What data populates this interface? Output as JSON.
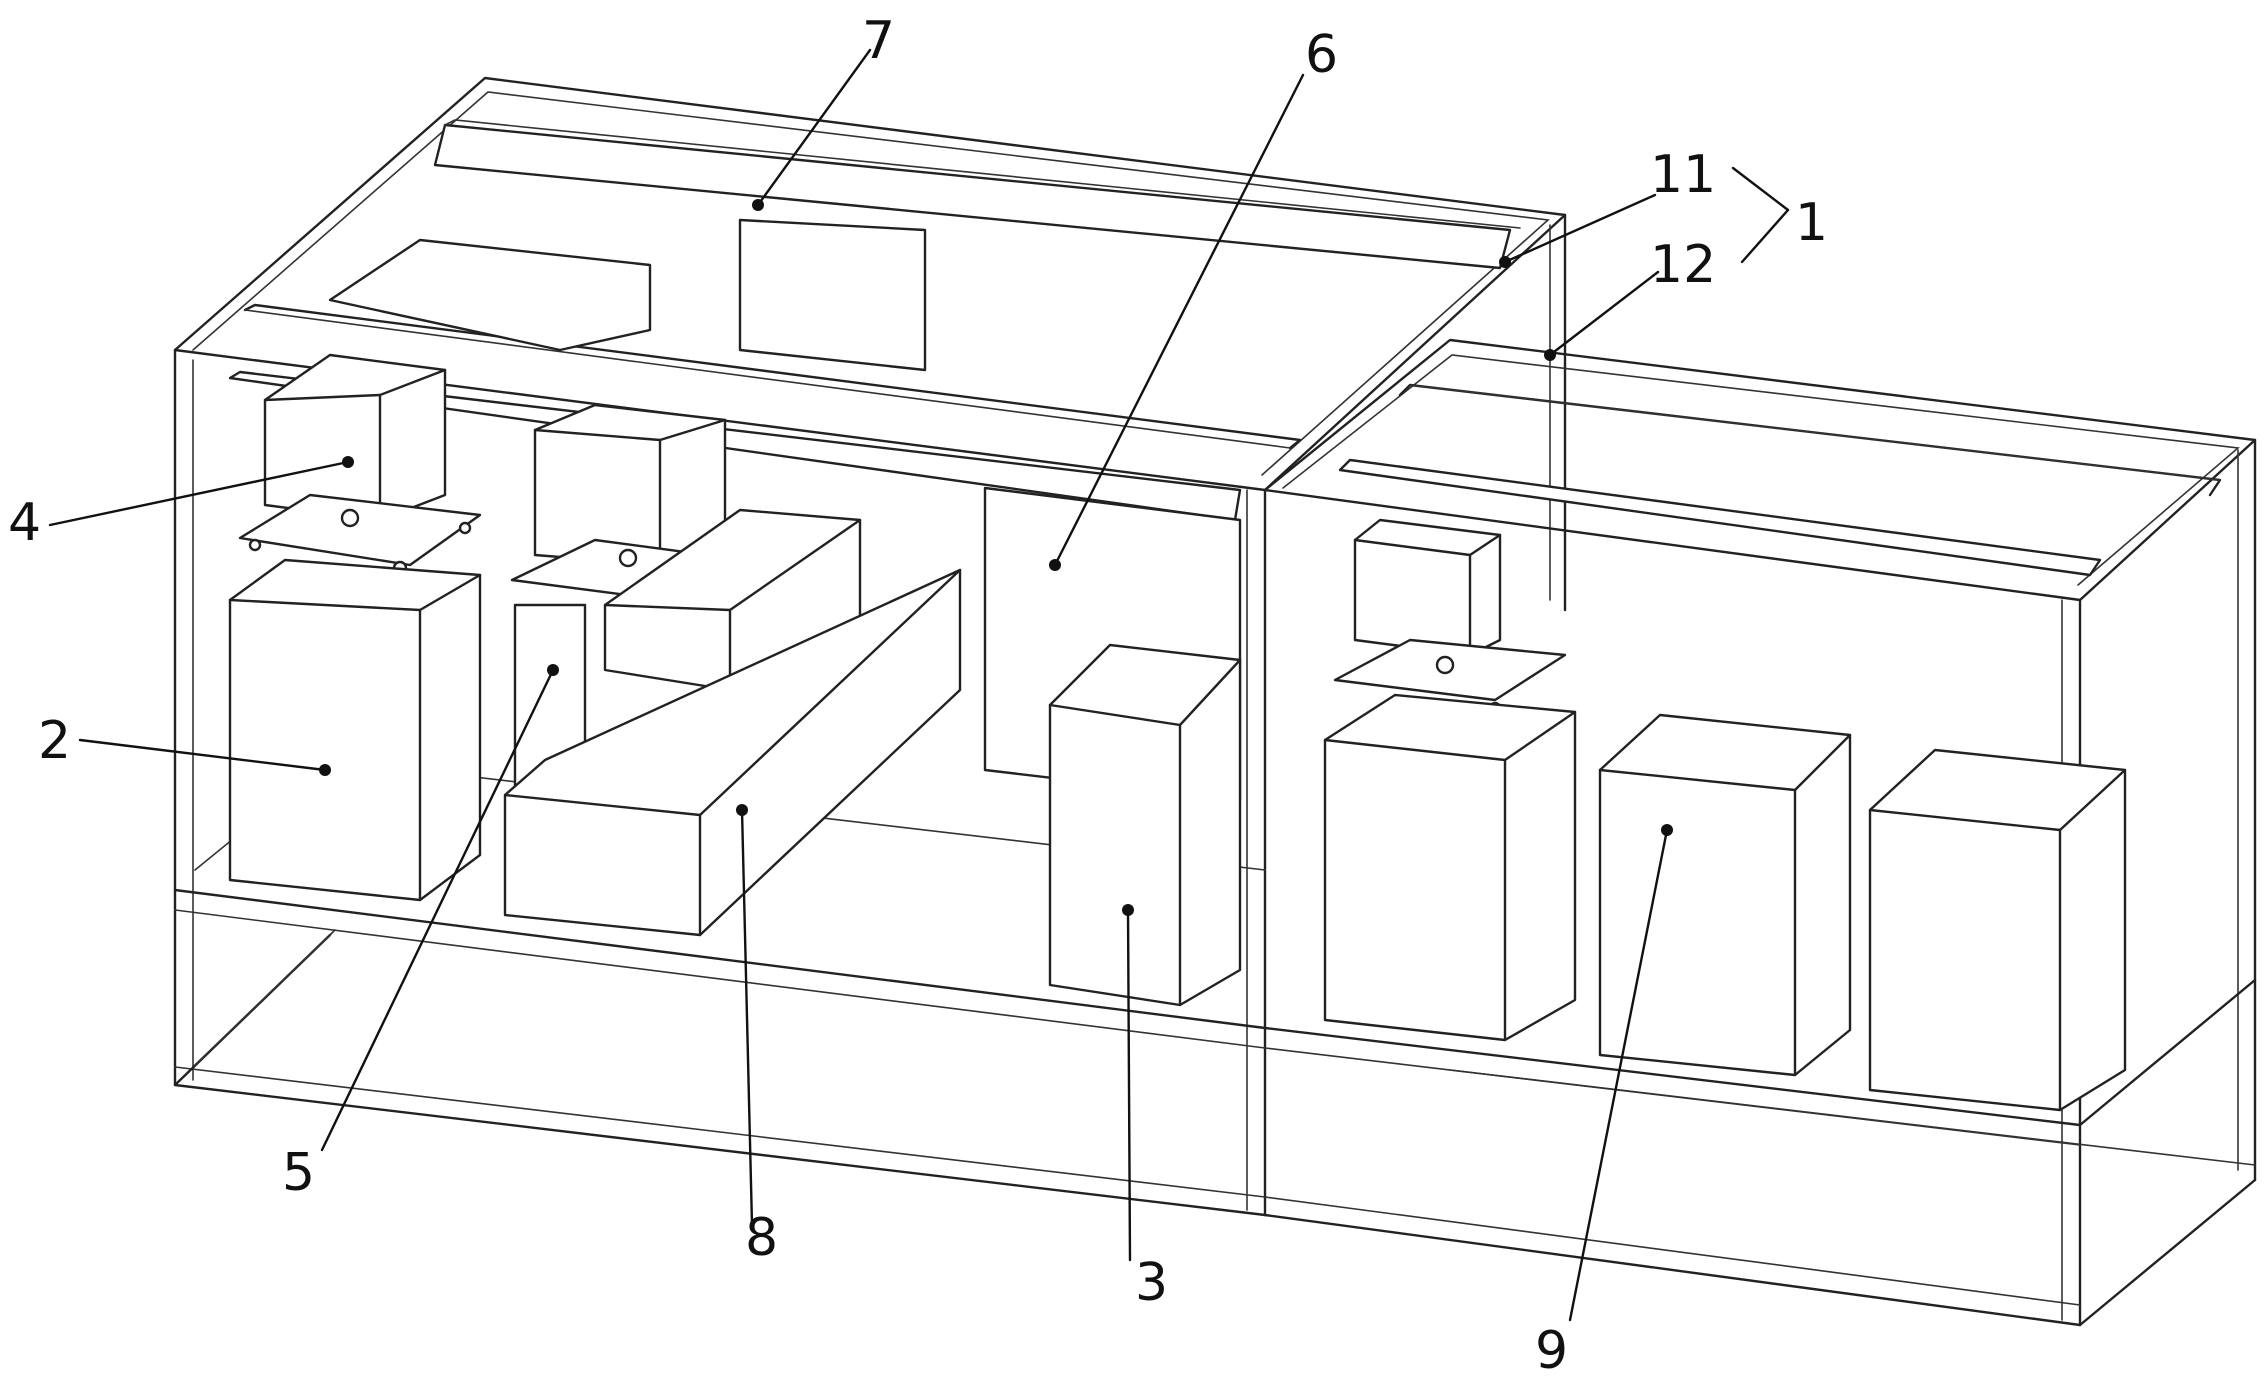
{
  "callouts": {
    "c1": "1",
    "c2": "2",
    "c3": "3",
    "c4": "4",
    "c5": "5",
    "c6": "6",
    "c7": "7",
    "c8": "8",
    "c9": "9",
    "c11": "11",
    "c12": "12"
  }
}
